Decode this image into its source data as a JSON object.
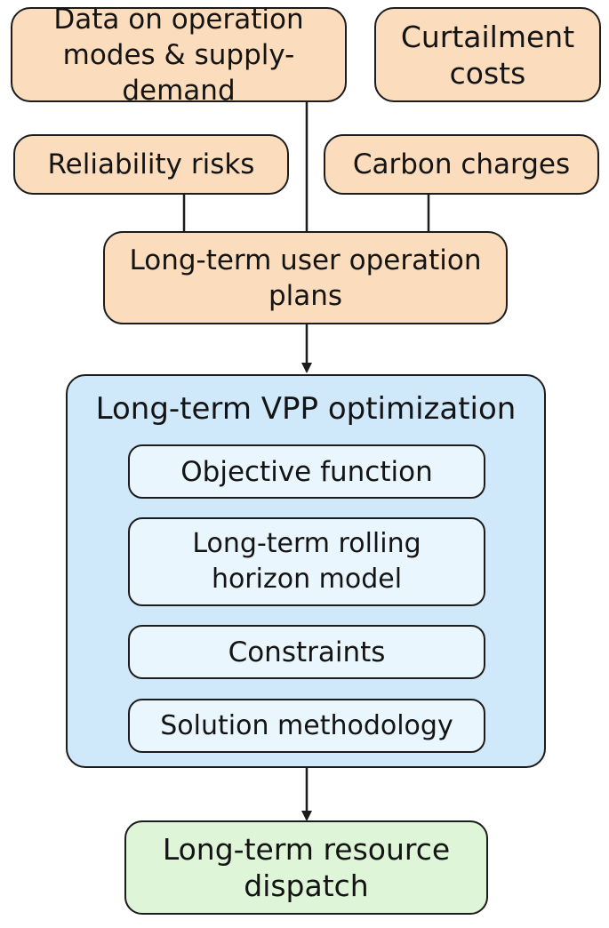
{
  "diagram": {
    "inputs": {
      "data_modes": "Data on operation\nmodes & supply-demand",
      "curtailment": "Curtailment\ncosts",
      "reliability": "Reliability risks",
      "carbon": "Carbon charges"
    },
    "user_plans": "Long-term user operation\nplans",
    "optimization": {
      "title": "Long-term VPP optimization",
      "items": [
        "Objective function",
        "Long-term rolling\nhorizon model",
        "Constraints",
        "Solution methodology"
      ]
    },
    "output": "Long-term resource\ndispatch",
    "colors": {
      "input_fill": "#fbdcbc",
      "optimization_fill": "#cfe9fb",
      "item_fill": "#eaf6fd",
      "output_fill": "#def5d8",
      "stroke": "#1c1c1c"
    }
  }
}
